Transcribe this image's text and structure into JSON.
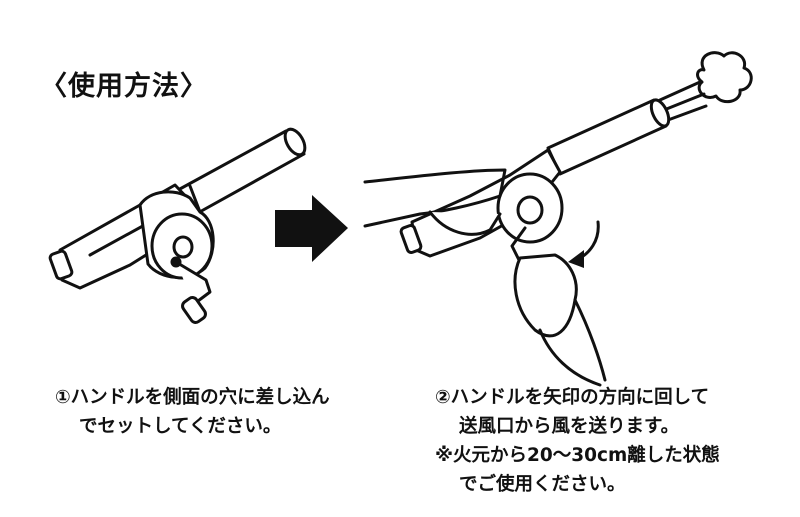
{
  "title": "〈使用方法〉",
  "step1": {
    "line1": "①ハンドルを側面の穴に差し込ん",
    "line2": "でセットしてください。"
  },
  "step2": {
    "line1": "②ハンドルを矢印の方向に回して",
    "line2": "送風口から風を送ります。",
    "note1": "※火元から20～30cm離した状態",
    "note2": "でご使用ください。"
  }
}
